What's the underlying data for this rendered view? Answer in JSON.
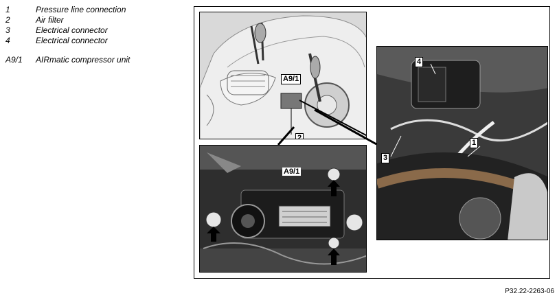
{
  "legend": {
    "items": [
      {
        "num": "1",
        "text": "Pressure line connection"
      },
      {
        "num": "2",
        "text": "Air filter"
      },
      {
        "num": "3",
        "text": "Electrical connector"
      },
      {
        "num": "4",
        "text": "Electrical connector"
      }
    ],
    "unit": {
      "num": "A9/1",
      "text": "AIRmatic compressor unit"
    }
  },
  "callouts": {
    "car_a91": "A9/1",
    "car_2": "2",
    "comp_a91": "A9/1",
    "det_1": "1",
    "det_3": "3",
    "det_4": "4"
  },
  "reference": "P32.22-2263-06"
}
